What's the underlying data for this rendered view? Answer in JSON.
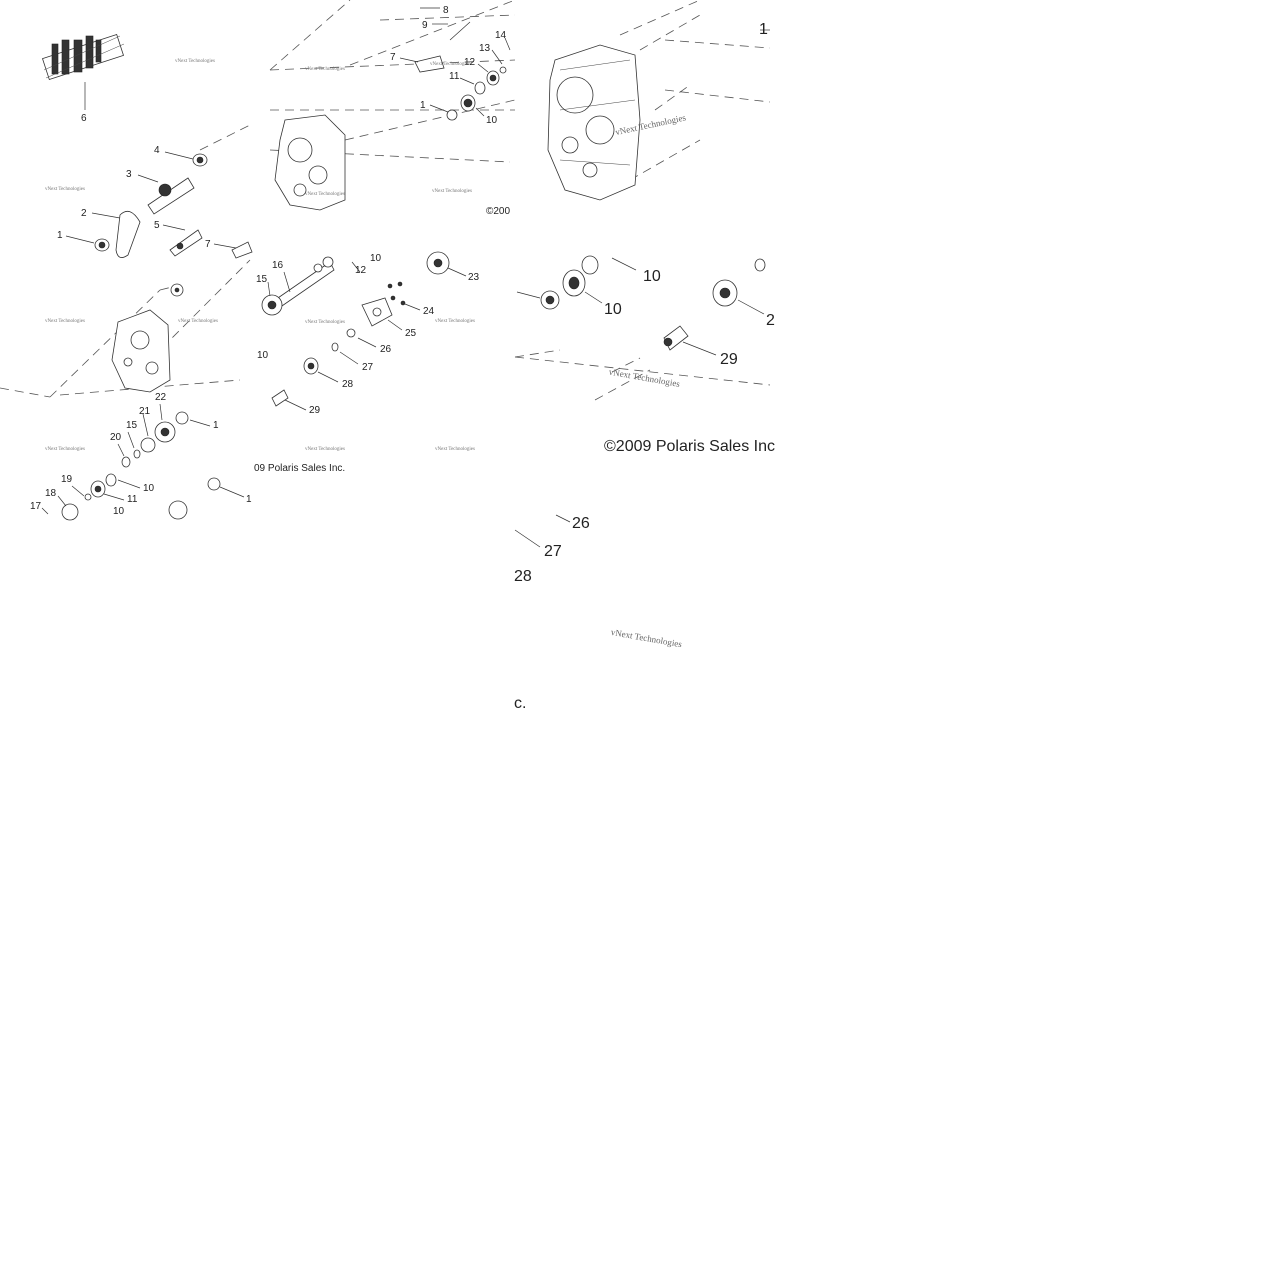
{
  "panels": {
    "top_left": {
      "callouts": [
        {
          "id": "tl-6",
          "text": "6"
        },
        {
          "id": "tl-4",
          "text": "4"
        },
        {
          "id": "tl-3",
          "text": "3"
        },
        {
          "id": "tl-2",
          "text": "2"
        },
        {
          "id": "tl-1a",
          "text": "1"
        },
        {
          "id": "tl-5",
          "text": "5"
        },
        {
          "id": "tl-7a",
          "text": "7"
        },
        {
          "id": "tl-8",
          "text": "8"
        },
        {
          "id": "tl-9",
          "text": "9"
        },
        {
          "id": "tl-7b",
          "text": "7"
        },
        {
          "id": "tl-12",
          "text": "12"
        },
        {
          "id": "tl-13",
          "text": "13"
        },
        {
          "id": "tl-14",
          "text": "14"
        },
        {
          "id": "tl-11",
          "text": "11"
        },
        {
          "id": "tl-1b",
          "text": "1"
        },
        {
          "id": "tl-10",
          "text": "10"
        }
      ],
      "copyright": "©200",
      "watermark": "vNext Technologies"
    },
    "top_right": {
      "callouts": [
        {
          "id": "tr-1",
          "text": "1"
        }
      ],
      "watermark": "vNext Technologies"
    },
    "middle_left": {
      "callouts": [
        {
          "id": "ml-16",
          "text": "16"
        },
        {
          "id": "ml-15a",
          "text": "15"
        },
        {
          "id": "ml-12",
          "text": "12"
        },
        {
          "id": "ml-10top",
          "text": "10"
        },
        {
          "id": "ml-23",
          "text": "23"
        },
        {
          "id": "ml-24",
          "text": "24"
        },
        {
          "id": "ml-25",
          "text": "25"
        },
        {
          "id": "ml-26",
          "text": "26"
        },
        {
          "id": "ml-27",
          "text": "27"
        },
        {
          "id": "ml-28",
          "text": "28"
        },
        {
          "id": "ml-10",
          "text": "10"
        },
        {
          "id": "ml-29",
          "text": "29"
        },
        {
          "id": "ml-22",
          "text": "22"
        },
        {
          "id": "ml-21",
          "text": "21"
        },
        {
          "id": "ml-1a",
          "text": "1"
        },
        {
          "id": "ml-15b",
          "text": "15"
        },
        {
          "id": "ml-20",
          "text": "20"
        },
        {
          "id": "ml-10b",
          "text": "10"
        },
        {
          "id": "ml-19",
          "text": "19"
        },
        {
          "id": "ml-11",
          "text": "11"
        },
        {
          "id": "ml-18",
          "text": "18"
        },
        {
          "id": "ml-17",
          "text": "17"
        },
        {
          "id": "ml-10c",
          "text": "10"
        },
        {
          "id": "ml-1b",
          "text": "1"
        }
      ],
      "copyright": "09 Polaris Sales Inc.",
      "watermark": "vNext Technologies"
    },
    "middle_right": {
      "callouts": [
        {
          "id": "mr-10a",
          "text": "10"
        },
        {
          "id": "mr-10b",
          "text": "10"
        },
        {
          "id": "mr-2",
          "text": "2"
        },
        {
          "id": "mr-29",
          "text": "29"
        }
      ],
      "copyright": "©2009 Polaris Sales Inc",
      "watermark": "vNext Technologies"
    },
    "bottom_right": {
      "callouts": [
        {
          "id": "br-26",
          "text": "26"
        },
        {
          "id": "br-27",
          "text": "27"
        },
        {
          "id": "br-28",
          "text": "28"
        }
      ],
      "copyright": "c.",
      "watermark": "vNext Technologies"
    }
  }
}
